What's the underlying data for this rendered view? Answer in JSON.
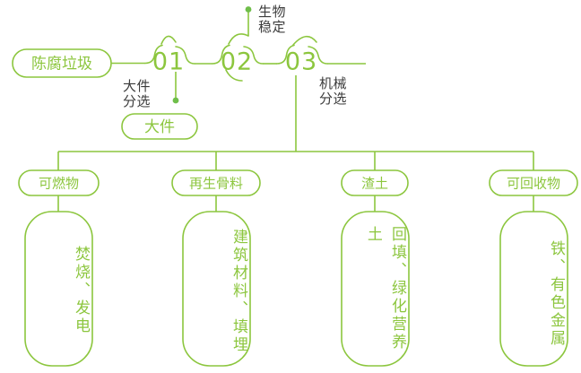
{
  "theme": {
    "accent_green": "#8CC63E",
    "line_green": "#8CC63E",
    "annotation_gray": "#3b3b3b",
    "background": "#ffffff"
  },
  "diagram": {
    "type": "process-flow",
    "source": {
      "label": "陈腐垃圾"
    },
    "stages": [
      {
        "number": "01",
        "annotation": "大件\n分选"
      },
      {
        "number": "02",
        "annotation": "生物\n稳定"
      },
      {
        "number": "03",
        "annotation": "机械\n分选"
      }
    ],
    "side_output": {
      "label": "大件"
    },
    "outputs": [
      {
        "label": "可燃物",
        "detail": "焚烧、发电"
      },
      {
        "label": "再生骨料",
        "detail": "建筑材料、填埋"
      },
      {
        "label": "渣土",
        "detail": "回填、绿化营养土"
      },
      {
        "label": "可回收物",
        "detail": "铁、有色金属"
      }
    ]
  }
}
